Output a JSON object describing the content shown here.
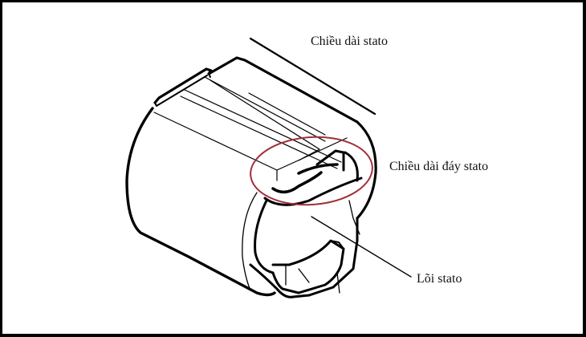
{
  "diagram": {
    "subject": "stator",
    "labels": {
      "stator_length": "Chiều dài stato",
      "stator_base_length": "Chiều dài đáy stato",
      "stator_core": "Lõi stato"
    },
    "highlight": {
      "shape": "ellipse",
      "color": "#a0303a",
      "target": "stator_base_length"
    },
    "colors": {
      "line": "#000000",
      "background": "#ffffff",
      "frame": "#000000"
    }
  }
}
